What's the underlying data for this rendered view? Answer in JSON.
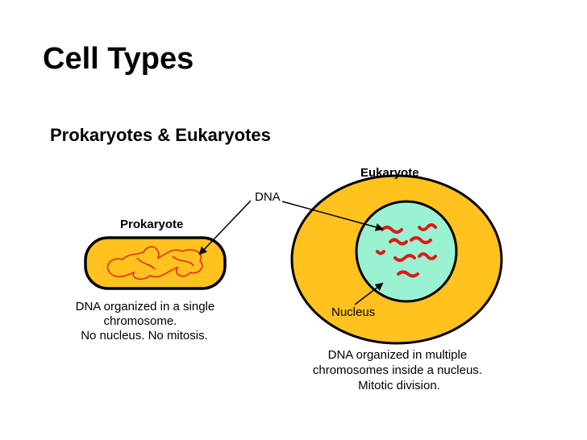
{
  "slide": {
    "title": "Cell Types",
    "subtitle": "Prokaryotes & Eukaryotes"
  },
  "diagram": {
    "prokaryote_label": "Prokaryote",
    "eukaryote_label": "Eukaryote",
    "dna_label": "DNA",
    "nucleus_label": "Nucleus",
    "prokaryote_caption": [
      "DNA organized in a single",
      "chromosome.",
      "No nucleus. No mitosis."
    ],
    "eukaryote_caption": [
      "DNA organized in multiple",
      "chromosomes inside a nucleus.",
      "Mitotic division."
    ],
    "colors": {
      "cytoplasm": "#FFC21E",
      "nucleus": "#9AF2D2",
      "dna": "#E01818",
      "outline": "#000000"
    }
  }
}
